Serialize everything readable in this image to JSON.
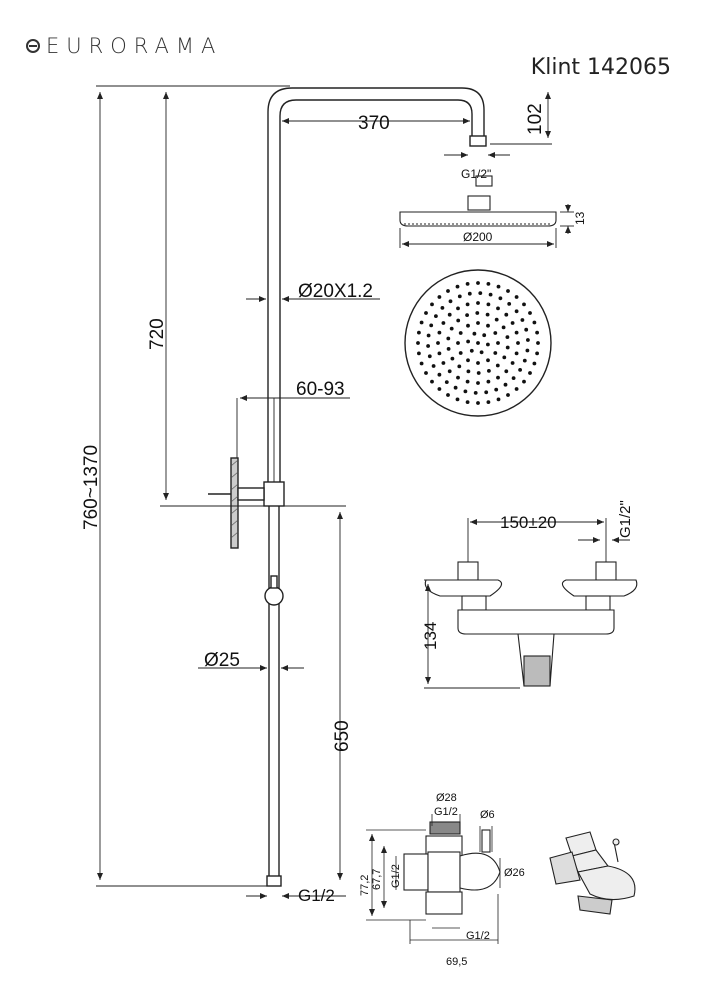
{
  "brand": {
    "name": "EURORAMA"
  },
  "model": {
    "title": "Klint 142065"
  },
  "dimensions": {
    "arm_width": "370",
    "arm_height": "102",
    "head_thread": "G1/2\"",
    "head_thickness": "13",
    "head_diameter": "Ø200",
    "pipe_section": "Ø20X1.2",
    "upper_height": "720",
    "bracket_depth": "60-93",
    "total_height": "760~1370",
    "riser_diameter": "Ø25",
    "lower_height": "650",
    "bottom_thread": "G1/2",
    "valve_spacing": "150±20",
    "valve_thread": "G1/2\"",
    "valve_height": "134",
    "diverter_top_diameter": "Ø28",
    "diverter_top_thread": "G1/2",
    "diverter_pin": "Ø6",
    "diverter_height_outer": "77,2",
    "diverter_height_inner": "67,7",
    "diverter_side_thread": "G1/2",
    "diverter_body_diameter": "Ø26",
    "diverter_bottom_thread": "G1/2",
    "diverter_width": "69,5"
  }
}
